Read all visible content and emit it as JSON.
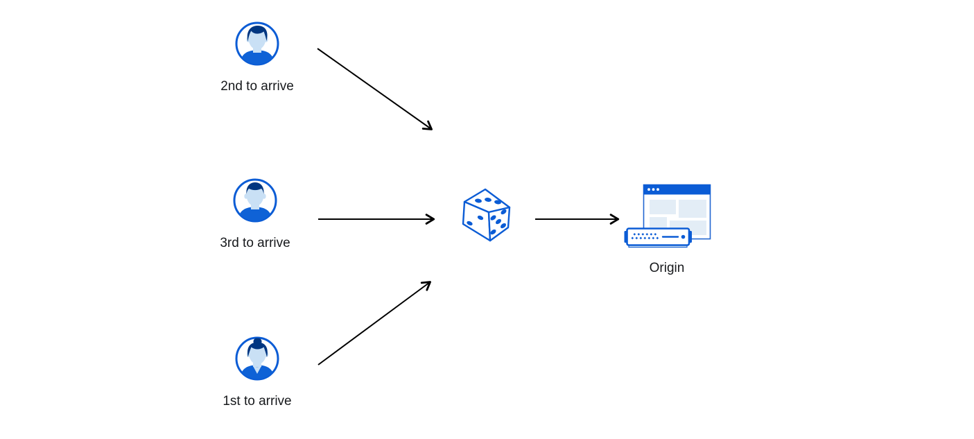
{
  "diagram": {
    "description": "Three clients send requests through a random (dice) selector to a single origin",
    "clients": [
      {
        "label": "2nd to arrive",
        "icon": "user-avatar-male-wavy-hair-icon"
      },
      {
        "label": "3rd to arrive",
        "icon": "user-avatar-male-short-hair-icon"
      },
      {
        "label": "1st to arrive",
        "icon": "user-avatar-female-bun-icon"
      }
    ],
    "selector": {
      "icon": "dice-icon",
      "pips": {
        "top_face": 3,
        "left_face": 2,
        "right_face": 5
      }
    },
    "origin": {
      "label": "Origin",
      "icon": "origin-browser-and-server-icon"
    },
    "arrows": [
      {
        "from": "client-2nd-to-arrive",
        "to": "dice"
      },
      {
        "from": "client-3rd-to-arrive",
        "to": "dice"
      },
      {
        "from": "client-1st-to-arrive",
        "to": "dice"
      },
      {
        "from": "dice",
        "to": "origin"
      }
    ],
    "colors": {
      "background": "#ffffff",
      "brand_blue": "#0B5CD5",
      "dark_navy": "#003681",
      "light_face_blue": "#C9E0F5",
      "pale_block_blue": "#E3EDF6",
      "arrow_black": "#000000",
      "label_text": "#17191c"
    }
  }
}
